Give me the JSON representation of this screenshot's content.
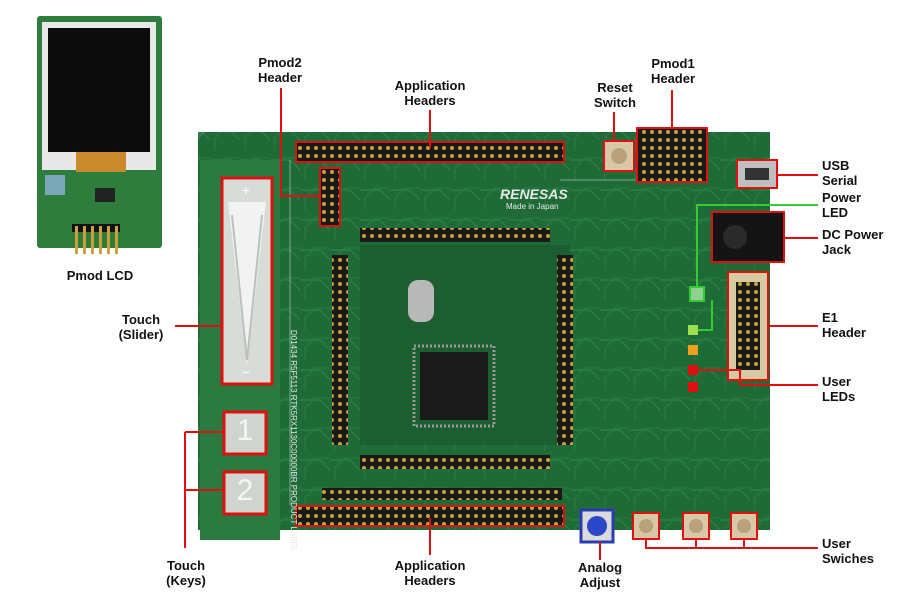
{
  "labels": {
    "pmod_lcd": "Pmod LCD",
    "pmod2_header": "Pmod2\nHeader",
    "app_headers_top": "Application\nHeaders",
    "reset_switch": "Reset\nSwitch",
    "pmod1_header": "Pmod1\nHeader",
    "usb_serial": "USB\nSerial",
    "power_led": "Power\nLED",
    "dc_power_jack": "DC Power\nJack",
    "e1_header": "E1\nHeader",
    "user_leds": "User\nLEDs",
    "touch_slider": "Touch\n(Slider)",
    "touch_keys": "Touch\n(Keys)",
    "app_headers_bottom": "Application\nHeaders",
    "analog_adjust": "Analog\nAdjust",
    "user_switches": "User\nSwiches"
  },
  "board": {
    "brand": "RENESAS",
    "made_in": "Made in Japan",
    "product_label": "D01434 R5F5113 RTK5RX1130C00000BR PRODUCT LABEL",
    "key1": "1",
    "key2": "2",
    "slider_plus": "+",
    "slider_minus": "−"
  },
  "colors": {
    "callout": "#e01010",
    "led_callout": "#33cc33",
    "pcb": "#1f6b38",
    "pcb_dark": "#134a26"
  }
}
